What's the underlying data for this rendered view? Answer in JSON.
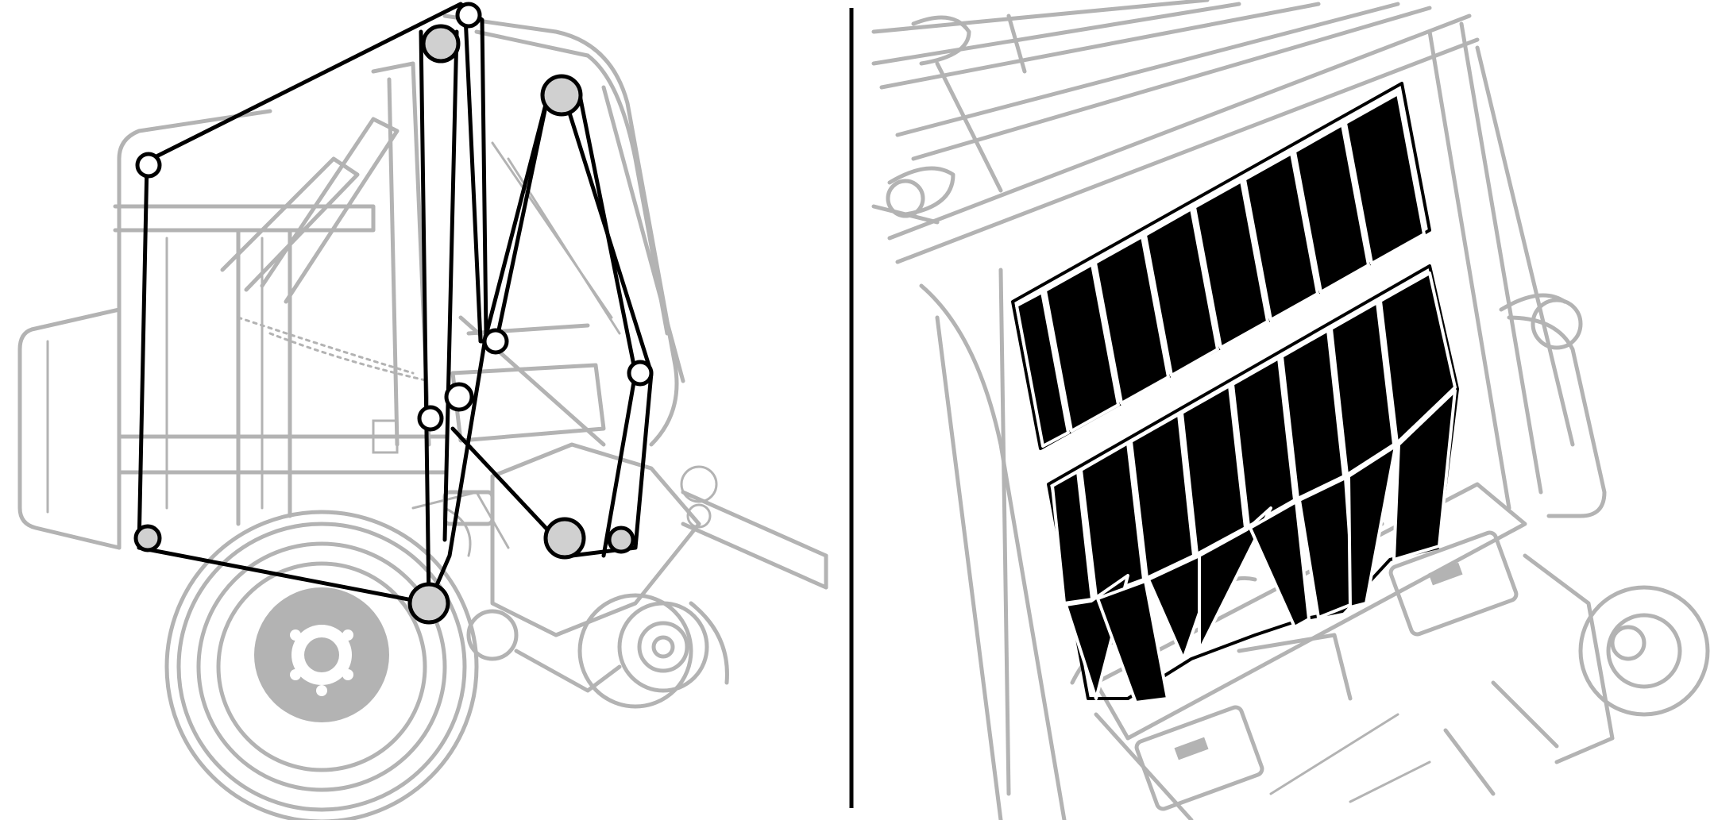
{
  "figure": {
    "panels": [
      {
        "id": "left",
        "subject": "round-baler-side-view-belt-routing"
      },
      {
        "id": "right",
        "subject": "baler-tailgate-belt-layout"
      }
    ],
    "colors": {
      "machine_outline": "#b3b3b3",
      "belt": "#000000",
      "belt_strip_fill": "#000000",
      "background": "#ffffff",
      "divider": "#000000"
    }
  }
}
